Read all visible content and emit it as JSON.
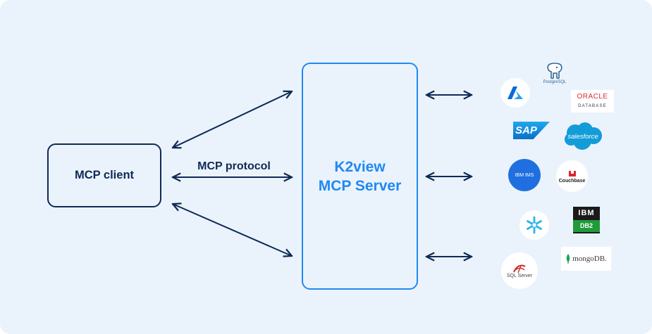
{
  "client": {
    "label": "MCP client"
  },
  "protocol": {
    "label": "MCP protocol"
  },
  "server": {
    "line1": "K2view",
    "line2": "MCP Server"
  },
  "colors": {
    "background": "#eaf3fc",
    "navy": "#0f2a55",
    "accent_blue": "#2188f2"
  },
  "logos": {
    "postgresql": {
      "text": "PostgreSQL",
      "icon": "postgresql-elephant-icon"
    },
    "azure": {
      "icon": "azure-icon"
    },
    "oracle": {
      "line1": "ORACLE",
      "line2": "DATABASE"
    },
    "sap": {
      "text": "SAP"
    },
    "salesforce": {
      "text": "salesforce"
    },
    "ibm_ims": {
      "text": "IBM IMS"
    },
    "couchbase": {
      "text": "Couchbase",
      "icon": "couchbase-icon"
    },
    "snowflake": {
      "icon": "snowflake-icon"
    },
    "ibm_db2": {
      "line1": "IBM",
      "line2": "DB2"
    },
    "sql_server": {
      "text": "SQL Server",
      "icon": "sql-server-icon"
    },
    "mongodb": {
      "text": "mongoDB.",
      "icon": "mongodb-leaf-icon"
    }
  }
}
